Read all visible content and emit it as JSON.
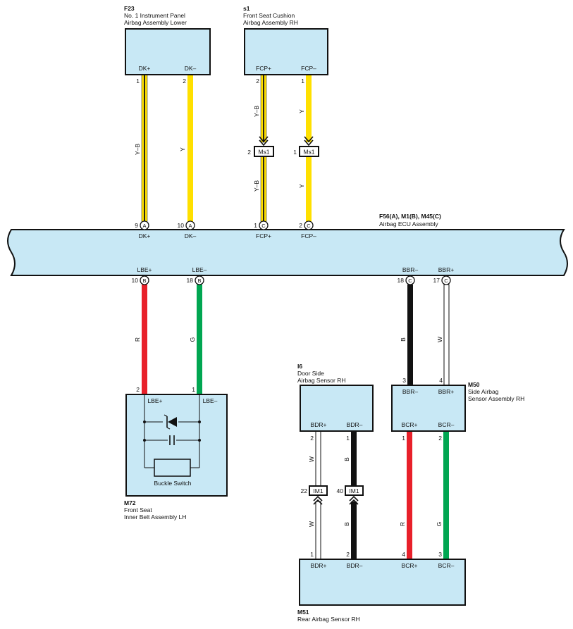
{
  "colors": {
    "box_fill": "#c8e8f5",
    "yellow": "#ffe000",
    "red": "#e8202a",
    "green": "#00a651",
    "black": "#111111",
    "white": "#ffffff"
  },
  "components": {
    "f23": {
      "code": "F23",
      "name1": "No. 1 Instrument Panel",
      "name2": "Airbag Assembly Lower",
      "term_dk_plus": "DK+",
      "term_dk_minus": "DK–",
      "pin_dk_plus": "1",
      "pin_dk_minus": "2"
    },
    "s1": {
      "code": "s1",
      "name1": "Front Seat Cushion",
      "name2": "Airbag Assembly RH",
      "term_fcp_plus": "FCP+",
      "term_fcp_minus": "FCP–",
      "pin_fcp_plus": "2",
      "pin_fcp_minus": "1"
    },
    "ecu": {
      "code": "F56(A), M1(B), M45(C)",
      "name": "Airbag ECU Assembly",
      "pins": {
        "dk_plus": {
          "num": "9",
          "conn": "A",
          "term": "DK+"
        },
        "dk_minus": {
          "num": "10",
          "conn": "A",
          "term": "DK–"
        },
        "fcp_plus": {
          "num": "1",
          "conn": "C",
          "term": "FCP+"
        },
        "fcp_minus": {
          "num": "2",
          "conn": "C",
          "term": "FCP–"
        },
        "lbe_plus": {
          "num": "10",
          "conn": "B",
          "term": "LBE+"
        },
        "lbe_minus": {
          "num": "18",
          "conn": "B",
          "term": "LBE–"
        },
        "bbr_minus": {
          "num": "18",
          "conn": "C",
          "term": "BBR–"
        },
        "bbr_plus": {
          "num": "17",
          "conn": "C",
          "term": "BBR+"
        }
      }
    },
    "m72": {
      "code": "M72",
      "name1": "Front Seat",
      "name2": "Inner Belt Assembly LH",
      "term_lbe_plus": "LBE+",
      "term_lbe_minus": "LBE–",
      "pin_lbe_plus": "2",
      "pin_lbe_minus": "1",
      "switch_label": "Buckle Switch"
    },
    "i6": {
      "code": "I6",
      "name1": "Door Side",
      "name2": "Airbag Sensor RH",
      "term_bdr_plus": "BDR+",
      "term_bdr_minus": "BDR–",
      "pin_bdr_plus": "2",
      "pin_bdr_minus": "1"
    },
    "m50": {
      "code": "M50",
      "name1": "Side Airbag",
      "name2": "Sensor Assembly RH",
      "term_bbr_minus": "BBR–",
      "term_bbr_plus": "BBR+",
      "term_bcr_plus": "BCR+",
      "term_bcr_minus": "BCR–",
      "pin_bbr_minus": "3",
      "pin_bbr_plus": "4",
      "pin_bcr_plus": "1",
      "pin_bcr_minus": "2"
    },
    "m51": {
      "code": "M51",
      "name": "Rear Airbag Sensor RH",
      "term_bdr_plus": "BDR+",
      "term_bdr_minus": "BDR–",
      "term_bcr_plus": "BCR+",
      "term_bcr_minus": "BCR–",
      "pin_bdr_plus": "1",
      "pin_bdr_minus": "2",
      "pin_bcr_plus": "4",
      "pin_bcr_minus": "3"
    }
  },
  "connectors": {
    "ms1_a": {
      "name": "Ms1",
      "pin": "2"
    },
    "ms1_b": {
      "name": "Ms1",
      "pin": "1"
    },
    "im1_a": {
      "name": "IM1",
      "pin": "22"
    },
    "im1_b": {
      "name": "IM1",
      "pin": "40"
    }
  },
  "wire_colors": {
    "dk_plus": "Y–B",
    "dk_minus": "Y",
    "fcp_plus_upper": "Y–B",
    "fcp_minus_upper": "Y",
    "fcp_plus_lower": "Y–B",
    "fcp_minus_lower": "Y",
    "lbe_plus": "R",
    "lbe_minus": "G",
    "bbr_minus": "B",
    "bbr_plus": "W",
    "bdr_plus_upper": "W",
    "bdr_minus_upper": "B",
    "bdr_plus_lower": "W",
    "bdr_minus_lower": "B",
    "bcr_plus": "R",
    "bcr_minus": "G"
  }
}
